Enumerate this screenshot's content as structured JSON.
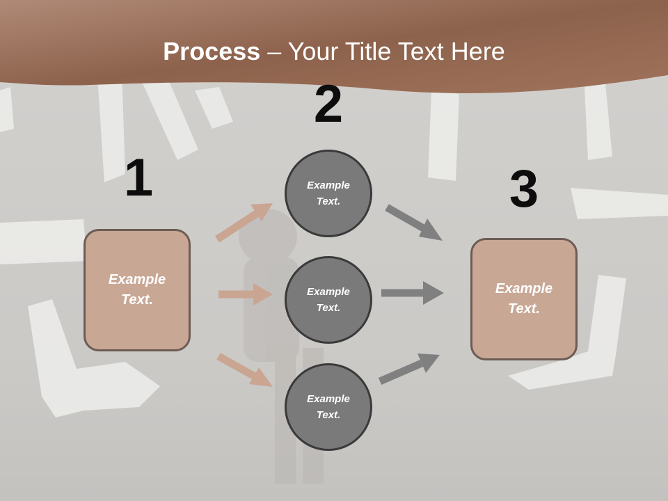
{
  "title": {
    "bold": "Process",
    "rest": " – Your Title Text Here"
  },
  "steps": [
    {
      "number": "1",
      "box_text": [
        "Example",
        "Text."
      ]
    },
    {
      "number": "2",
      "circles": [
        [
          "Example",
          "Text."
        ],
        [
          "Example",
          "Text."
        ],
        [
          "Example",
          "Text."
        ]
      ]
    },
    {
      "number": "3",
      "box_text": [
        "Example",
        "Text."
      ]
    }
  ],
  "colors": {
    "header_brown": "#9b6a52",
    "box_fill": "#c8a795",
    "box_border": "#6d5c55",
    "circle_fill": "#7a7a7a",
    "circle_border": "#3a3a3a",
    "arrow_tan": "#c9a592",
    "arrow_gray": "#808080"
  }
}
